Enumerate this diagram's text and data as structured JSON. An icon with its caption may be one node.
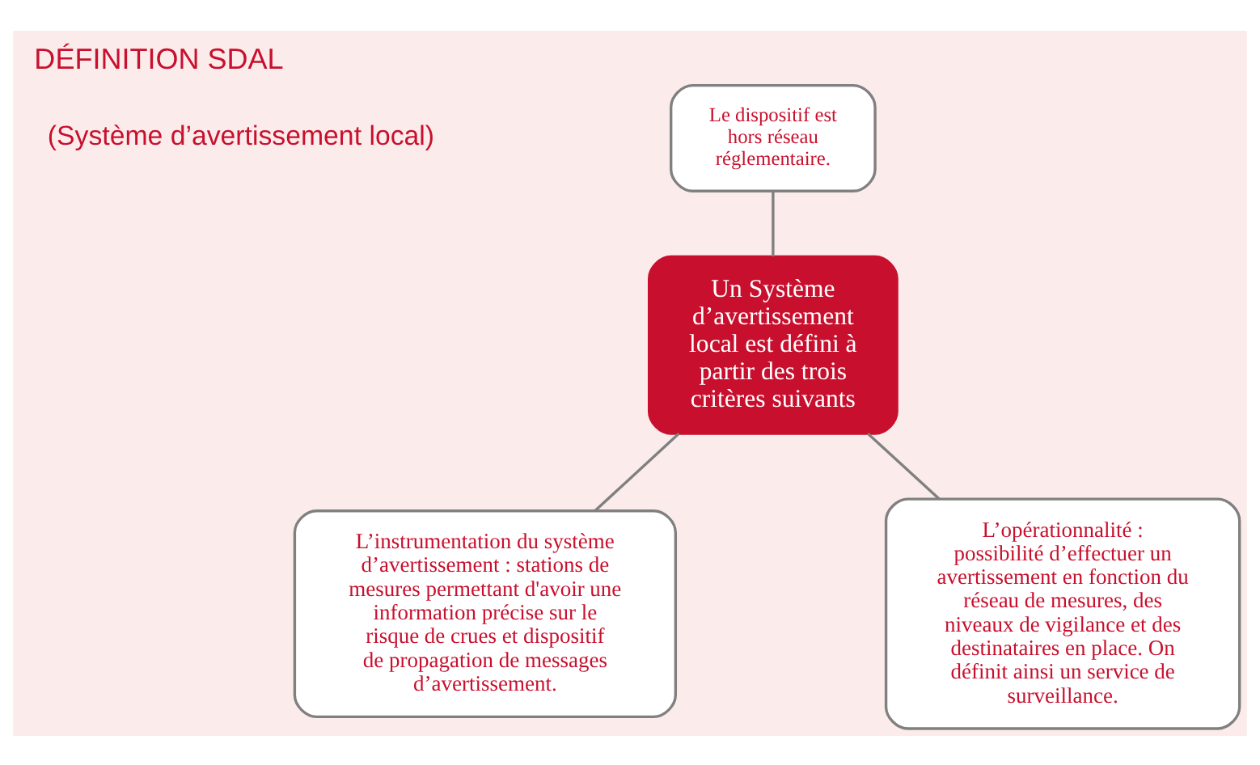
{
  "diagram": {
    "title": "DÉFINITION SDAL",
    "nodes": [
      {
        "text": [
          "Le dispositif est hors réseau réglementaire."
        ]
      },
      {
        "text": [
          "Un Système d’avertissement local est défini à partir des trois critères suivants"
        ]
      },
      {
        "text": [
          "L’instrumentation du système d’avertissement : stations de mesures permettant d'avoir une information précise sur le risque de crues et dispositif de propagation de messages d’avertissement."
        ]
      },
      {
        "text": [
          "L’opérationnalité : possibilité d’effectuer un avertissement en fonction du réseau de mesures, des niveaux de vigilance et des destinataires en place. On définit ainsi un service de surveillance."
        ]
      }
    ],
    "edges": [
      {
        "from": 0,
        "to": 1,
        "arrow": "none"
      },
      {
        "from": 1,
        "to": 2,
        "arrow": "none"
      },
      {
        "from": 1,
        "to": 3,
        "arrow": "none"
      }
    ],
    "labels": [
      "(Système d’avertissement local)"
    ]
  }
}
